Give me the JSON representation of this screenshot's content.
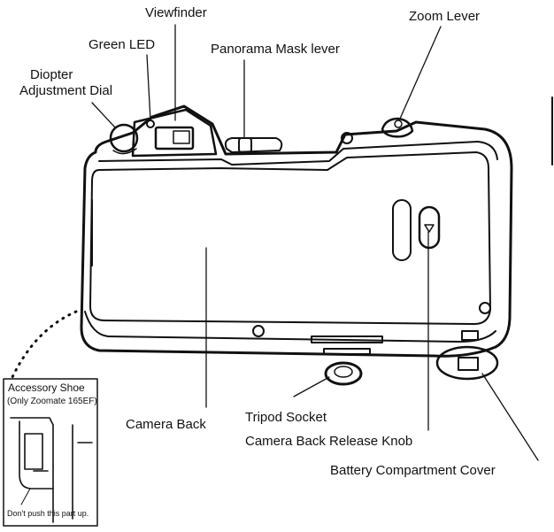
{
  "labels": {
    "viewfinder": "Viewfinder",
    "green_led": "Green LED",
    "panorama_mask_lever": "Panorama Mask lever",
    "zoom_lever": "Zoom Lever",
    "diopter_line1": "Diopter",
    "diopter_line2": "Adjustment Dial",
    "camera_back": "Camera Back",
    "tripod_socket": "Tripod Socket",
    "camera_back_release_knob": "Camera Back Release Knob",
    "battery_compartment_cover": "Battery Compartment Cover"
  },
  "inset": {
    "title_line1": "Accessory Shoe",
    "title_line2": "(Only Zoomate 165EF)",
    "note": "Don't push this part up."
  }
}
